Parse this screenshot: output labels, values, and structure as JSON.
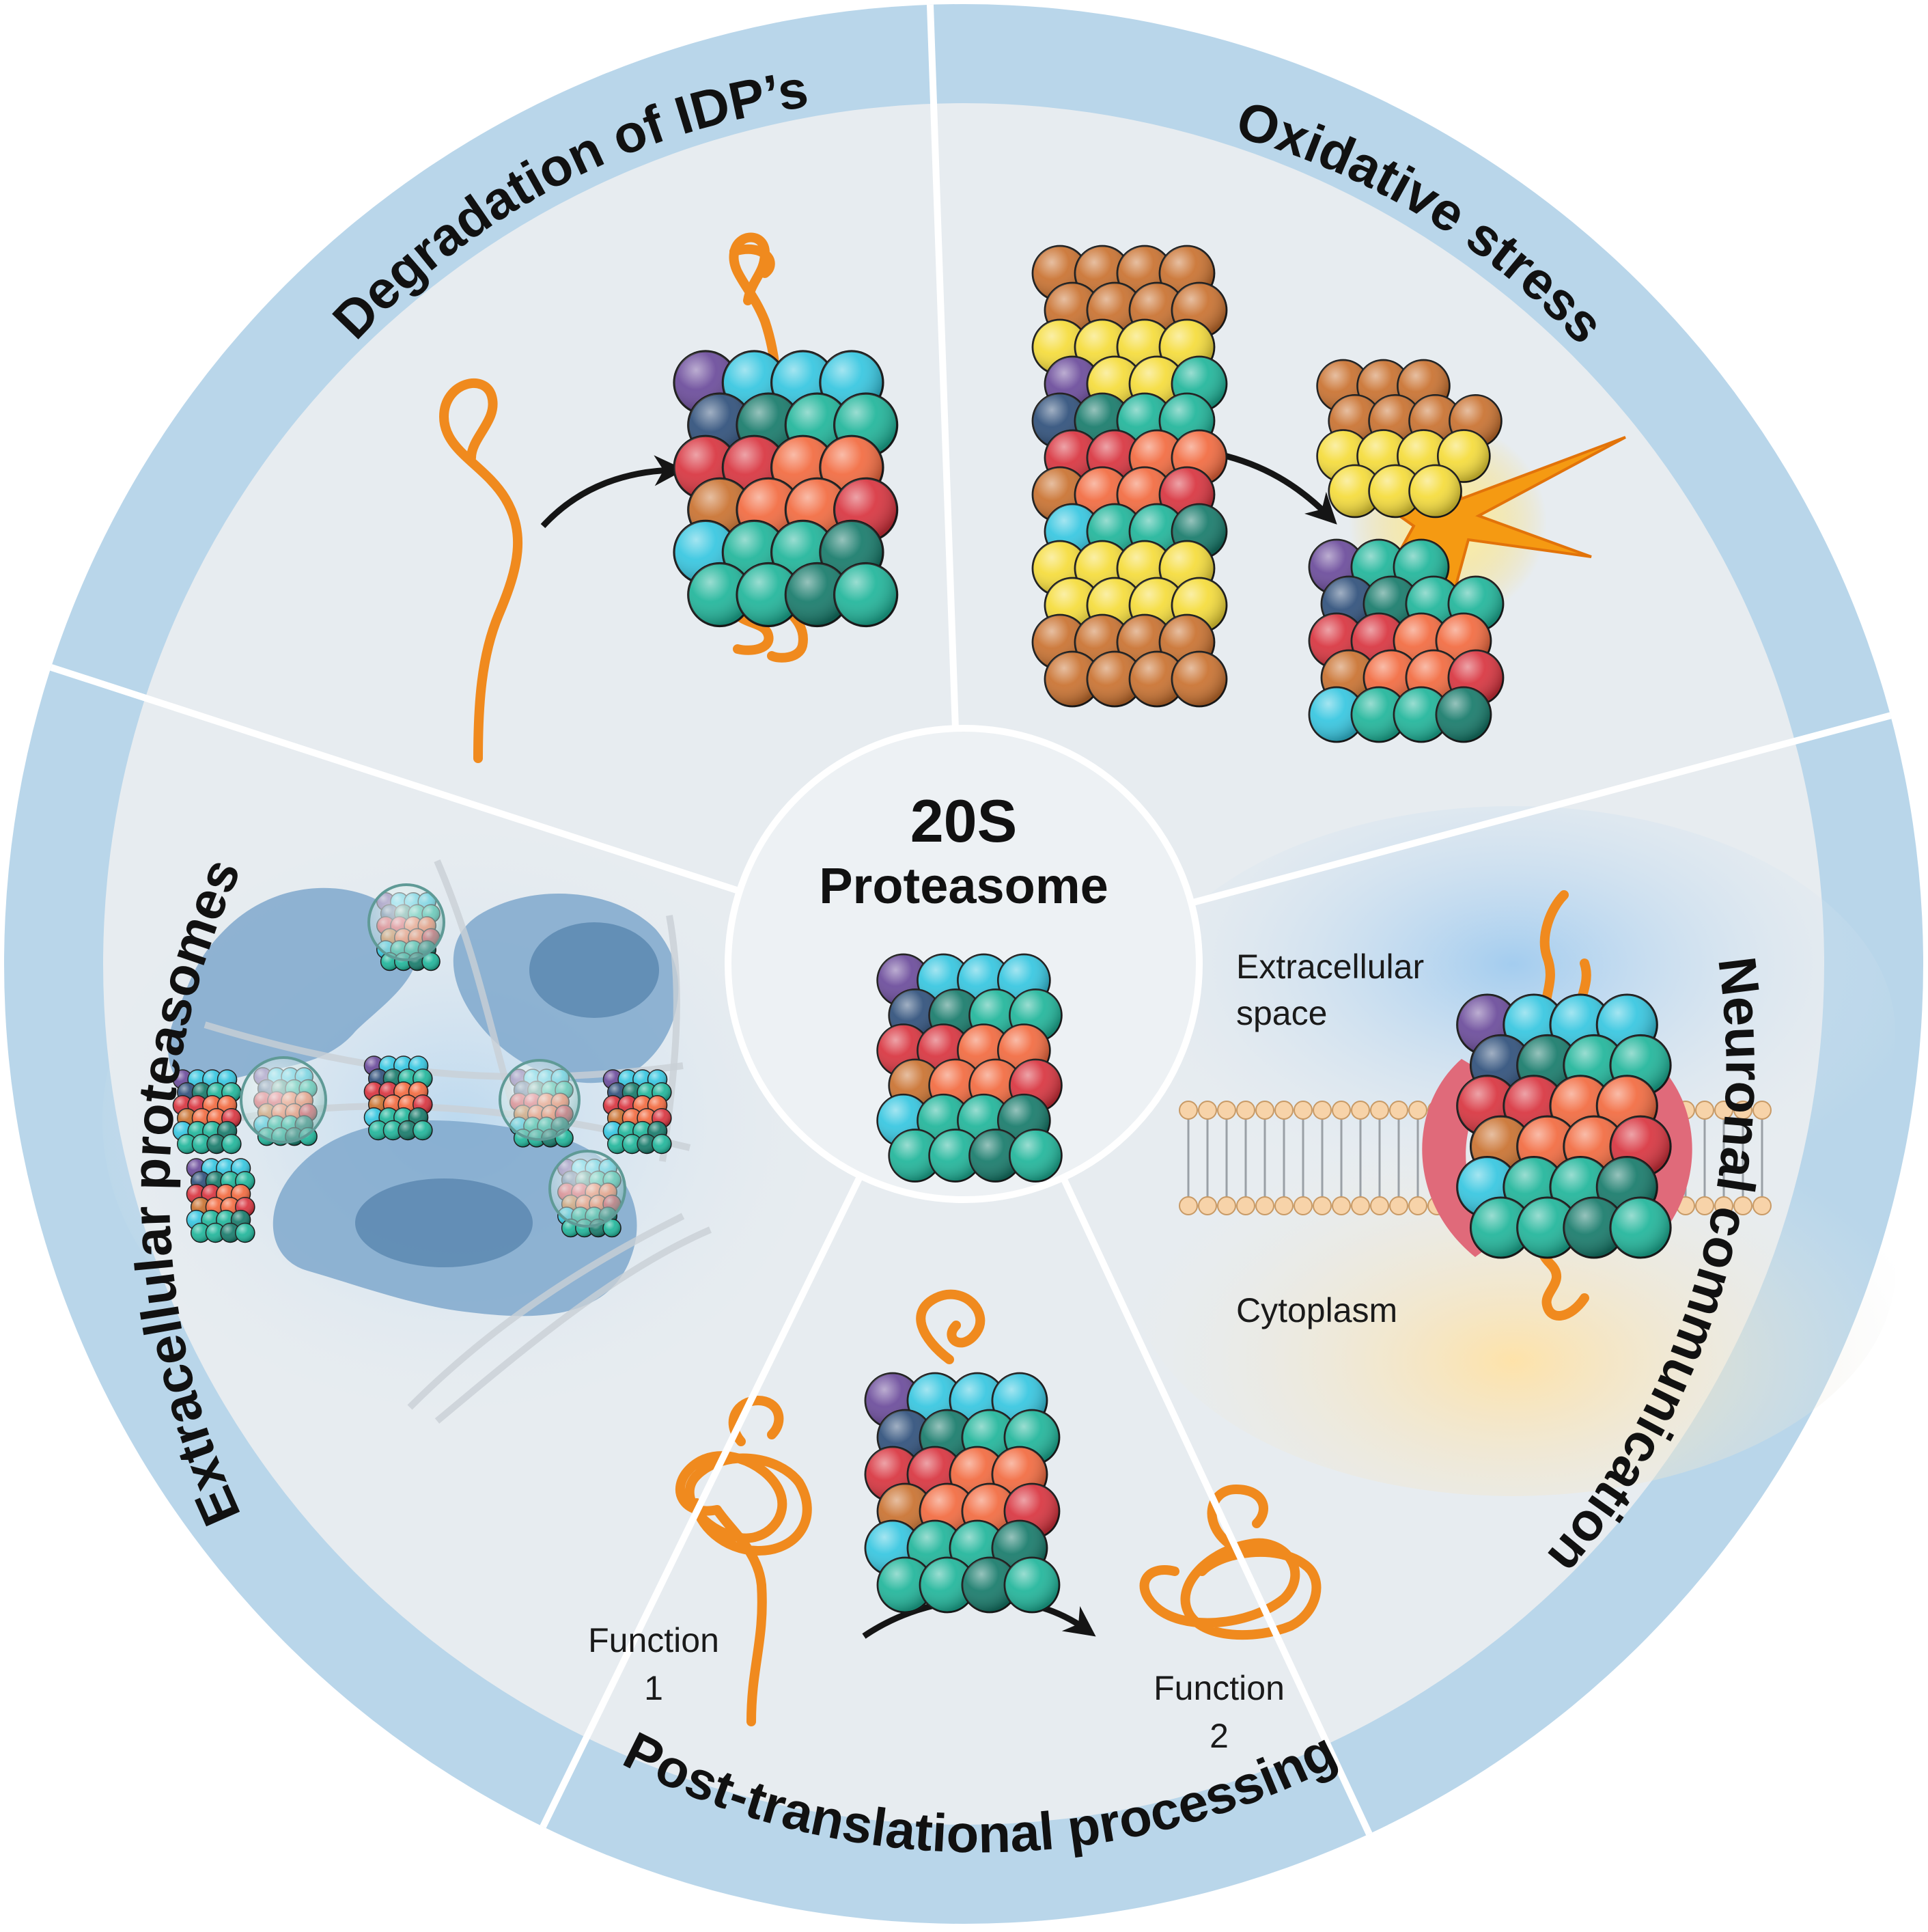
{
  "center": {
    "line1": "20S",
    "line2": "Proteasome"
  },
  "segments": {
    "degradation": {
      "title": "Degradation of IDP’s"
    },
    "oxidative": {
      "title": "Oxidative stress"
    },
    "neuronal": {
      "title": "Neuronal communication",
      "label_top_1": "Extracellular",
      "label_top_2": "space",
      "label_bottom": "Cytoplasm"
    },
    "post_translational": {
      "title": "Post-translational processing",
      "func1_a": "Function",
      "func1_b": "1",
      "func2_a": "Function",
      "func2_b": "2"
    },
    "extracellular": {
      "title": "Extracellular proteasomes"
    }
  },
  "colors": {
    "ring": "#b9d6ea",
    "segment_fill": "#e7ecf0",
    "divider": "#ffffff",
    "center_fill": "#edf1f4",
    "protein_chain": "#f08a1e",
    "sub_purple": "#6a4a9a",
    "sub_navy": "#2e4f7a",
    "sub_teal_dark": "#167a6a",
    "sub_teal": "#1fb59a",
    "sub_cyan": "#35c6e0",
    "sub_red": "#d8333e",
    "sub_orange": "#f26a3f",
    "sub_brown": "#c9712f",
    "sub_yellow": "#f5dc3a",
    "cell_blue": "#7fa8cc",
    "membrane_pink": "#e06a7a"
  }
}
